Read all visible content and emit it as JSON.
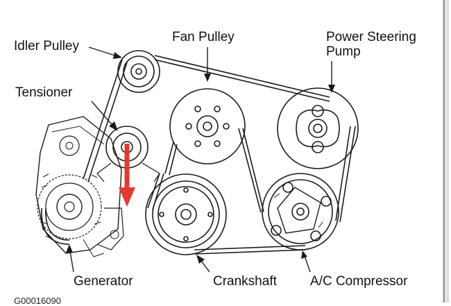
{
  "labels": {
    "idler_pulley": "Idler Pulley",
    "fan_pulley": "Fan Pulley",
    "power_steering_line1": "Power Steering",
    "power_steering_line2": "Pump",
    "tensioner": "Tensioner",
    "generator": "Generator",
    "crankshaft": "Crankshaft",
    "ac_compressor": "A/C Compressor"
  },
  "figure_code": "G00016090",
  "colors": {
    "ink": "#1a1a1a",
    "arrow_red": "#e23a2f",
    "frame_border": "#9a9a9a"
  }
}
